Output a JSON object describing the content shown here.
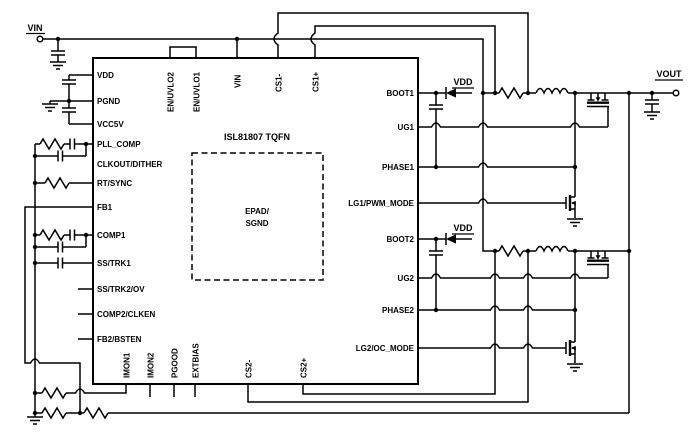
{
  "diagram": {
    "type": "schematic",
    "ic": {
      "name": "ISL81807 TQFN",
      "epad_line1": "EPAD/",
      "epad_line2": "SGND",
      "left_pins": [
        "VDD",
        "PGND",
        "VCC5V",
        "PLL_COMP",
        "CLKOUT/DITHER",
        "RT/SYNC",
        "FB1",
        "COMP1",
        "SS/TRK1",
        "SS/TRK2/OV",
        "COMP2/CLKEN",
        "FB2/BSTEN"
      ],
      "top_pins": [
        "EN/UVLO2",
        "EN/UVLO1",
        "VIN",
        "CS1-",
        "CS1+"
      ],
      "right_pins": [
        "BOOT1",
        "UG1",
        "PHASE1",
        "LG1/PWM_MODE",
        "BOOT2",
        "UG2",
        "PHASE2",
        "LG2/OC_MODE"
      ],
      "bottom_pins": [
        "IMON1",
        "IMON2",
        "PGOOD",
        "EXTBIAS",
        "CS2-",
        "CS2+"
      ]
    },
    "nets": {
      "vin": "VIN",
      "vout": "VOUT",
      "vdd_boot1": "VDD",
      "vdd_boot2": "VDD"
    },
    "colors": {
      "wire": "#000000",
      "background": "#ffffff"
    }
  }
}
